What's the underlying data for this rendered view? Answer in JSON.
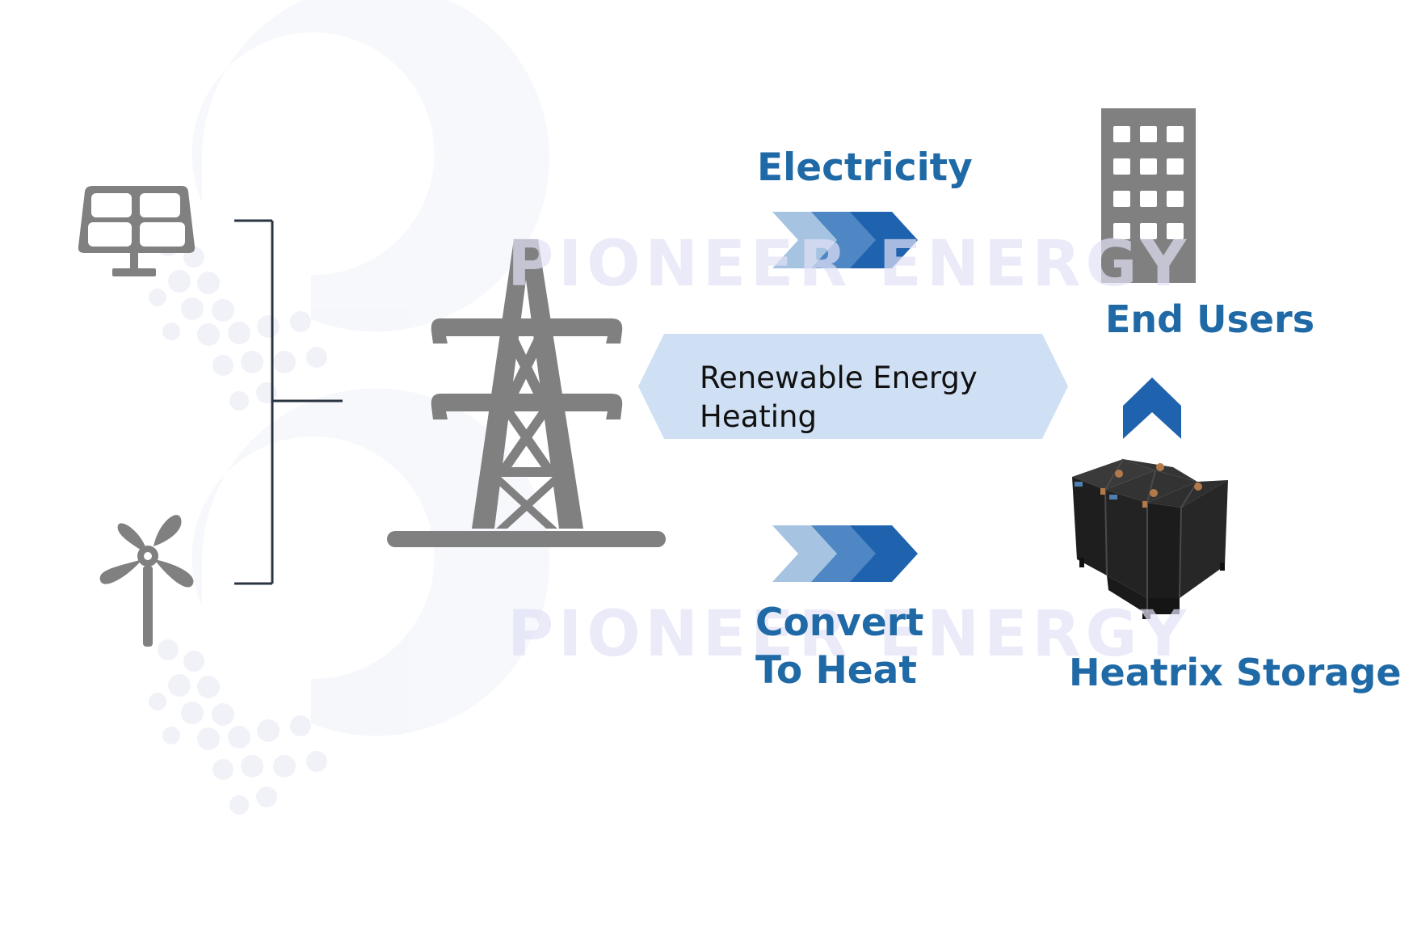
{
  "labels": {
    "electricity": "Electricity",
    "end_users": "End Users",
    "renewable_line1": "Renewable Energy",
    "renewable_line2": "Heating",
    "convert_line1": "Convert",
    "convert_line2": "To Heat",
    "heatrix_storage": "Heatrix Storage"
  },
  "watermark": {
    "text": "PIONEER ENERGY"
  },
  "icons": {
    "solar": "solar-panel-icon",
    "wind": "wind-turbine-icon",
    "tower": "transmission-tower-icon",
    "building": "office-building-icon",
    "storage": "storage-block-icon",
    "arrow": "chevron-arrow-icon"
  },
  "colors": {
    "label_blue": "#1f6aa6",
    "icon_gray": "#808080",
    "banner_fill": "#cfe0f4",
    "chevron_light": "#a7c3e2",
    "chevron_mid": "#4e87c3",
    "chevron_dark": "#1f62ae",
    "bracket": "#2a3440",
    "watermark": "#e6e6f5"
  }
}
